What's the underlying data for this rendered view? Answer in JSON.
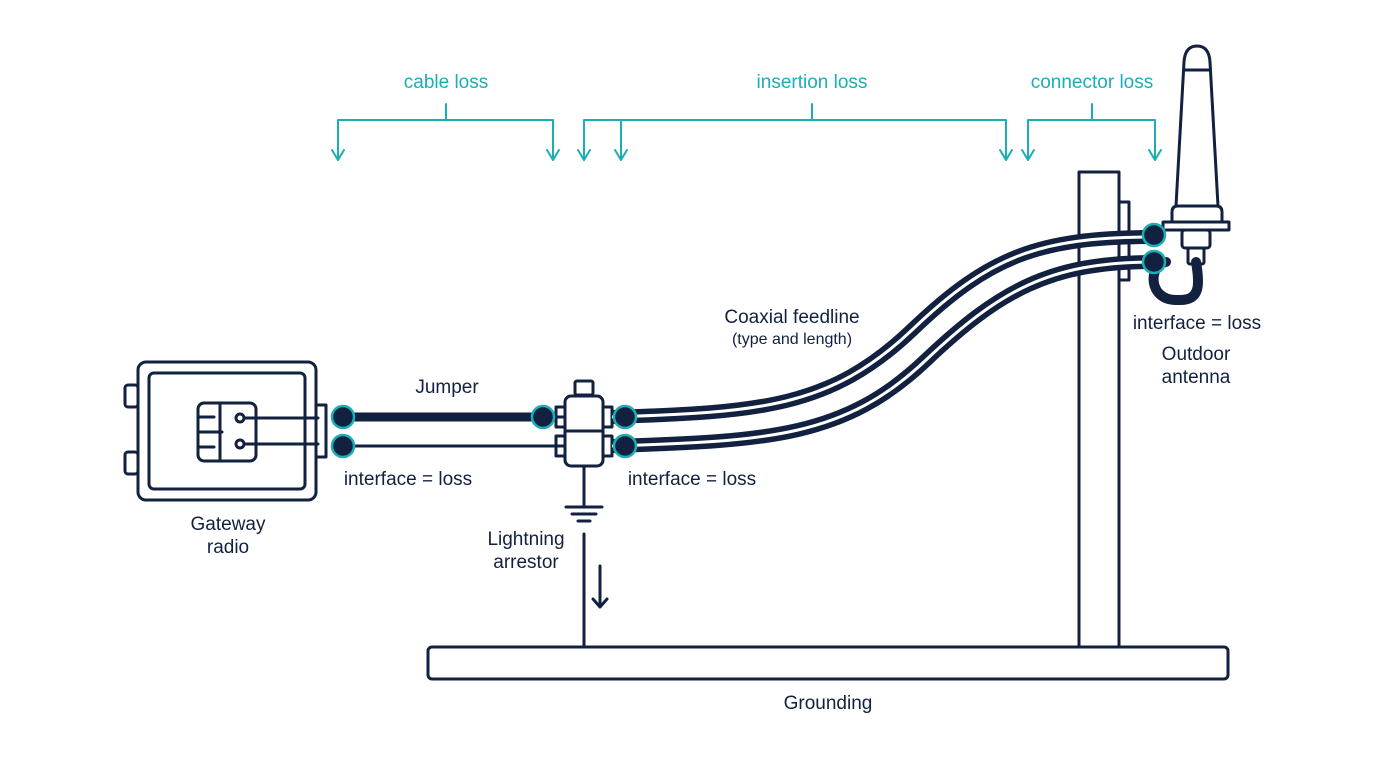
{
  "labels": {
    "cable_loss": "cable loss",
    "insertion_loss": "insertion loss",
    "connector_loss": "connector loss",
    "jumper": "Jumper",
    "coaxial_feedline": "Coaxial feedline",
    "coaxial_feedline_sub": "(type and length)",
    "interface_loss": "interface = loss",
    "outdoor_antenna_line1": "Outdoor",
    "outdoor_antenna_line2": "antenna",
    "gateway_radio_line1": "Gateway",
    "gateway_radio_line2": "radio",
    "lightning_arrestor_line1": "Lightning",
    "lightning_arrestor_line2": "arrestor",
    "grounding": "Grounding"
  },
  "colors": {
    "navy": "#12213f",
    "teal": "#1aaeb6"
  }
}
